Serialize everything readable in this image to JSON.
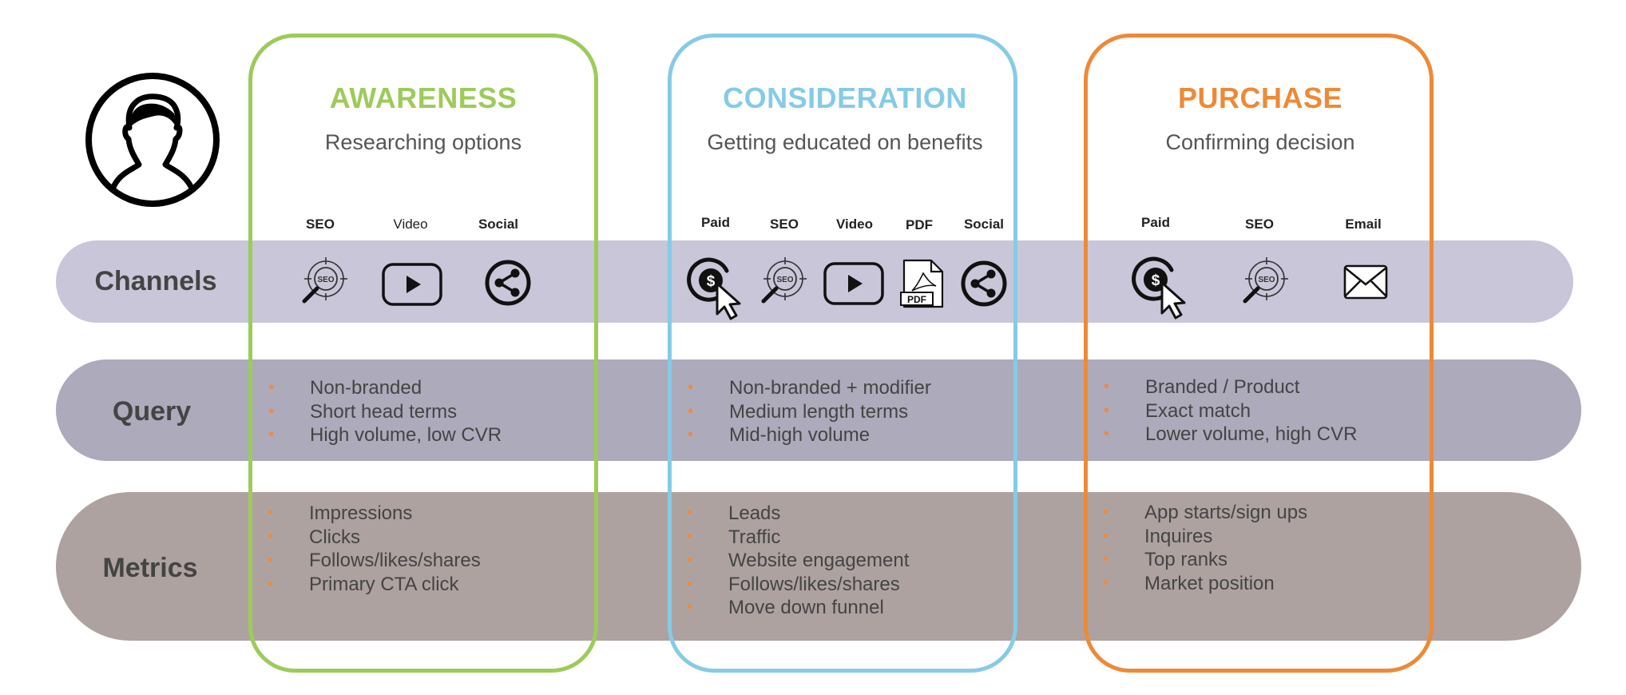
{
  "rows": {
    "channels": "Channels",
    "query": "Query",
    "metrics": "Metrics"
  },
  "colors": {
    "awareness": "#9dcb5a",
    "consideration": "#86cbe6",
    "purchase": "#ed8a37",
    "bullet": "#f08a3c"
  },
  "stages": [
    {
      "title": "AWARENESS",
      "subtitle": "Researching options",
      "channels": [
        {
          "label": "SEO",
          "icon": "seo-icon"
        },
        {
          "label": "Video",
          "icon": "video-play-icon"
        },
        {
          "label": "Social",
          "icon": "share-icon"
        }
      ],
      "query": [
        "Non-branded",
        "Short head terms",
        "High volume, low CVR"
      ],
      "metrics": [
        "Impressions",
        "Clicks",
        "Follows/likes/shares",
        "Primary CTA click"
      ]
    },
    {
      "title": "CONSIDERATION",
      "subtitle": "Getting educated on benefits",
      "channels": [
        {
          "label": "Paid",
          "icon": "paid-click-icon"
        },
        {
          "label": "SEO",
          "icon": "seo-icon"
        },
        {
          "label": "Video",
          "icon": "video-play-icon"
        },
        {
          "label": "PDF",
          "icon": "pdf-icon"
        },
        {
          "label": "Social",
          "icon": "share-icon"
        }
      ],
      "query": [
        "Non-branded + modifier",
        "Medium length terms",
        "Mid-high volume"
      ],
      "metrics": [
        "Leads",
        "Traffic",
        "Website engagement",
        "Follows/likes/shares",
        "Move down funnel"
      ]
    },
    {
      "title": "PURCHASE",
      "subtitle": "Confirming decision",
      "channels": [
        {
          "label": "Paid",
          "icon": "paid-click-icon"
        },
        {
          "label": "SEO",
          "icon": "seo-icon"
        },
        {
          "label": "Email",
          "icon": "envelope-icon"
        }
      ],
      "query": [
        "Branded / Product",
        "Exact match",
        "Lower volume, high CVR"
      ],
      "metrics": [
        "App starts/sign ups",
        "Inquires",
        "Top ranks",
        "Market position"
      ]
    }
  ]
}
